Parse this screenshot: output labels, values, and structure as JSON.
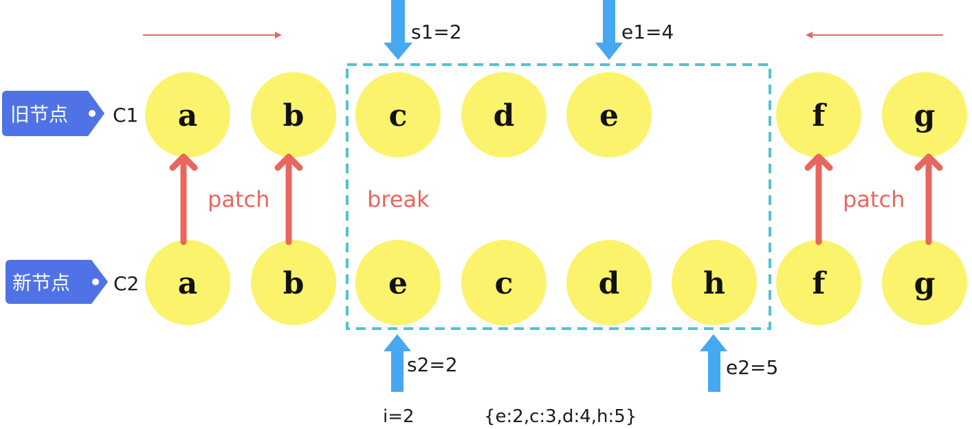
{
  "rows": {
    "old": {
      "tag": "旧节点",
      "name": "C1",
      "nodes": [
        "a",
        "b",
        "c",
        "d",
        "e",
        "f",
        "g"
      ]
    },
    "new": {
      "tag": "新节点",
      "name": "C2",
      "nodes": [
        "a",
        "b",
        "e",
        "c",
        "d",
        "h",
        "f",
        "g"
      ]
    }
  },
  "pointers": {
    "s1": "s1=2",
    "e1": "e1=4",
    "s2": "s2=2",
    "e2": "e2=5"
  },
  "labels": {
    "patch_left": "patch",
    "patch_right": "patch",
    "break": "break",
    "index": "i=2",
    "key_map": "{e:2,c:3,d:4,h:5}"
  },
  "colors": {
    "node_fill": "#fbf36b",
    "patch_red": "#e8665d",
    "pointer_blue": "#45a8f0",
    "tag_blue": "#4f73e6",
    "box_teal": "#4fc3cf",
    "direction_arrow": "#e06a66"
  }
}
